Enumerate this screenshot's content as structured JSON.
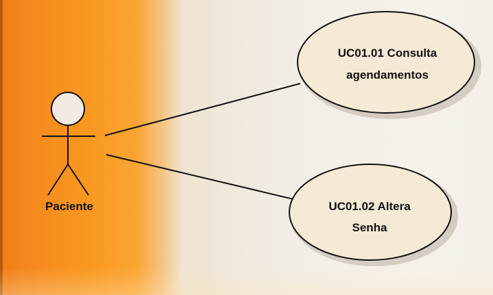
{
  "diagram": {
    "actor": {
      "name": "Paciente"
    },
    "use_cases": [
      {
        "line1": "UC01.01 Consulta",
        "line2": "agendamentos"
      },
      {
        "line1": "UC01.02 Altera",
        "line2": "Senha"
      }
    ]
  }
}
